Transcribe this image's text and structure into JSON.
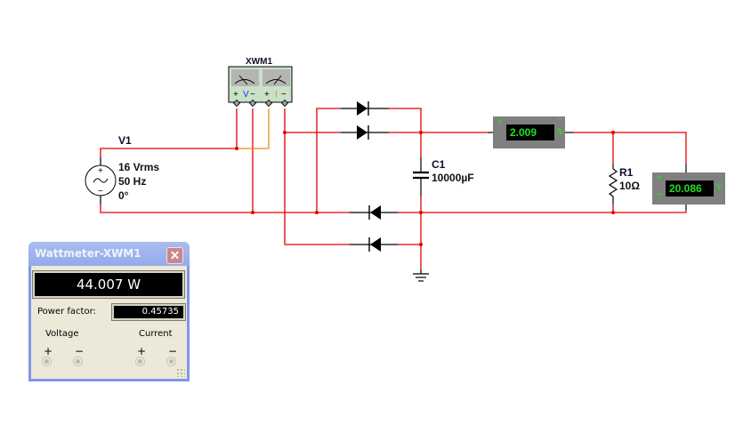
{
  "schematic": {
    "wattmeter_ref": "XWM1",
    "wattmeter_voltage_label": "+V−",
    "wattmeter_current_label": "+ I −",
    "source": {
      "ref": "V1",
      "amplitude": "16 Vrms",
      "frequency": "50 Hz",
      "phase": "0°"
    },
    "capacitor": {
      "ref": "C1",
      "value": "10000µF"
    },
    "resistor": {
      "ref": "R1",
      "value": "10Ω"
    },
    "ammeter": {
      "reading": "2.009",
      "unit": "A",
      "plus": "+",
      "minus": "−"
    },
    "voltmeter": {
      "reading": "20.086",
      "unit": "V",
      "plus": "+",
      "minus": "−"
    },
    "colors": {
      "wire": "#e00000",
      "wire_current_sense": "#f08a1e",
      "component": "#000000",
      "meter_text": "#22e022"
    }
  },
  "wattmeter_window": {
    "title": "Wattmeter-XWM1",
    "close_label": "✕",
    "power_reading": "44.007 W",
    "power_factor_label": "Power factor:",
    "power_factor_value": "0.45735",
    "voltage_group": "Voltage",
    "current_group": "Current",
    "plus": "+",
    "minus": "−"
  }
}
